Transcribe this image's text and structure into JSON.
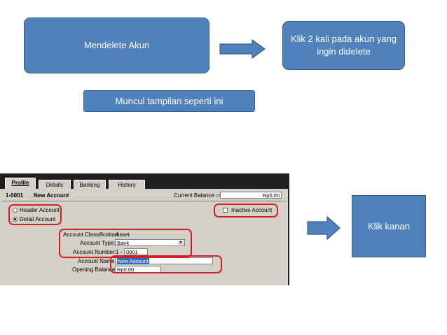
{
  "flow": {
    "step1": "Mendelete Akun",
    "step2": "Klik 2 kali pada akun yang ingin didelete",
    "step3": "Muncul tampilan seperti ini",
    "step4": "Klik kanan"
  },
  "dialog": {
    "tabs": [
      "Profile",
      "Details",
      "Banking",
      "History"
    ],
    "account_number_header": "1-0001",
    "account_name_header": "New Account",
    "current_balance_label": "Current Balance ⇨:",
    "current_balance_value": "Rp0,00",
    "header_account_label": "Header Account",
    "detail_account_label": "Detail Account",
    "inactive_account_label": "Inactive Account",
    "classification_label": "Account Classification:",
    "classification_value": "Asset",
    "account_type_label": "Account Type:",
    "account_type_value": "Bank",
    "account_number_label": "Account Number:",
    "account_number_prefix": "1 -",
    "account_number_value": "0001",
    "account_name_label": "Account Name:",
    "account_name_value": "New Account",
    "opening_balance_label": "Opening Balance:",
    "opening_balance_value": "Rp0,00"
  },
  "colors": {
    "box_fill": "#4f81bd",
    "box_border": "#385d8a",
    "highlight_ring": "#d0202a",
    "selection": "#316ac5"
  }
}
